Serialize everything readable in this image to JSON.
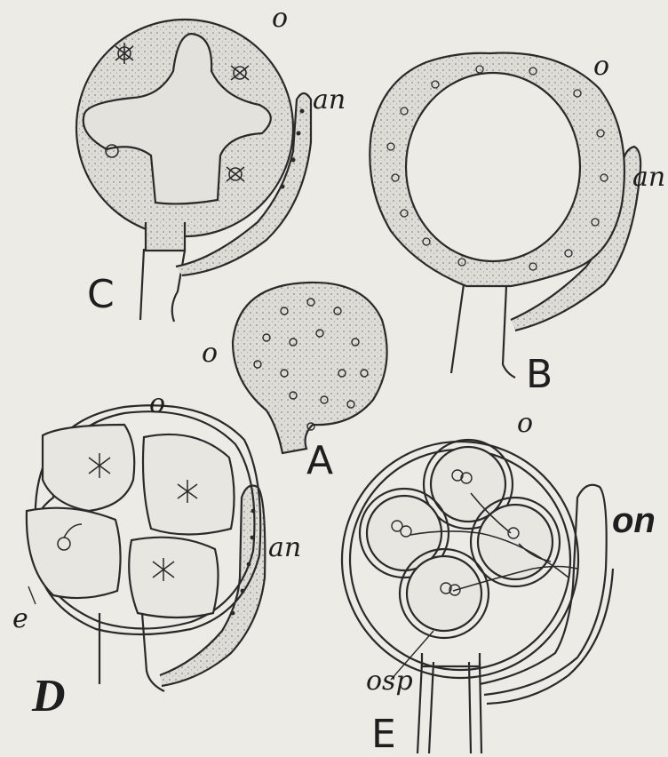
{
  "labels": {
    "C": {
      "letter": "C",
      "oogonium": "o",
      "antheridium": "an"
    },
    "B": {
      "letter": "B",
      "oogonium": "o",
      "antheridium": "an"
    },
    "A": {
      "letter": "A",
      "oogonium": "o"
    },
    "D": {
      "letter": "D",
      "oogonium": "o",
      "antheridium": "an",
      "egg": "e"
    },
    "E": {
      "letter": "E",
      "oogonium": "o",
      "antheridium": "on",
      "oospore": "osp"
    }
  },
  "colors": {
    "ink": "#2a2a2a",
    "stipple": "#d9d8d2",
    "paper": "#ecebe6"
  }
}
